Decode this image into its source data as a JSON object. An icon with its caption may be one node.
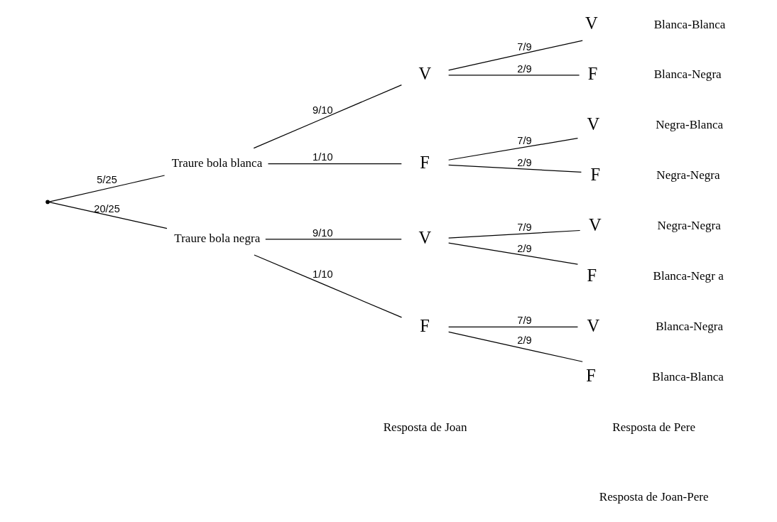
{
  "diagram": {
    "nodes": [
      {
        "text": [],
        "shape": "point"
      },
      {
        "text": [
          "Traure bola blanca"
        ]
      },
      {
        "text": [
          "Traure bola negra"
        ]
      },
      {
        "text": [
          "V"
        ]
      },
      {
        "text": [
          "F"
        ]
      },
      {
        "text": [
          "V"
        ]
      },
      {
        "text": [
          "F"
        ]
      },
      {
        "text": [
          "V"
        ],
        "beside": [
          "Blanca-Blanca"
        ]
      },
      {
        "text": [
          "F"
        ],
        "beside": [
          "Blanca-Negra"
        ]
      },
      {
        "text": [
          "V"
        ],
        "beside": [
          "Negra-Blanca"
        ]
      },
      {
        "text": [
          "F"
        ],
        "beside": [
          "Negra-Negra"
        ]
      },
      {
        "text": [
          "V"
        ],
        "beside": [
          "Negra-Negra"
        ]
      },
      {
        "text": [
          "F"
        ],
        "beside": [
          "Blanca-Negr a"
        ]
      },
      {
        "text": [
          "V"
        ],
        "beside": [
          "Blanca-Negra"
        ]
      },
      {
        "text": [
          "F"
        ],
        "beside": [
          "Blanca-Blanca"
        ]
      }
    ],
    "edges": [
      {
        "from": 0,
        "to": 1,
        "arrow": "none",
        "label": "5/25"
      },
      {
        "from": 0,
        "to": 2,
        "arrow": "none",
        "label": "20/25"
      },
      {
        "from": 1,
        "to": 3,
        "arrow": "none",
        "label": "9/10"
      },
      {
        "from": 1,
        "to": 4,
        "arrow": "none",
        "label": "1/10"
      },
      {
        "from": 2,
        "to": 5,
        "arrow": "none",
        "label": "9/10"
      },
      {
        "from": 2,
        "to": 6,
        "arrow": "none",
        "label": "1/10"
      },
      {
        "from": 3,
        "to": 7,
        "arrow": "none",
        "label": "7/9"
      },
      {
        "from": 3,
        "to": 8,
        "arrow": "none",
        "label": "2/9"
      },
      {
        "from": 4,
        "to": 9,
        "arrow": "none",
        "label": "7/9"
      },
      {
        "from": 4,
        "to": 10,
        "arrow": "none",
        "label": "2/9"
      },
      {
        "from": 5,
        "to": 11,
        "arrow": "none",
        "label": "7/9"
      },
      {
        "from": 5,
        "to": 12,
        "arrow": "none",
        "label": "2/9"
      },
      {
        "from": 6,
        "to": 13,
        "arrow": "none",
        "label": "7/9"
      },
      {
        "from": 6,
        "to": 14,
        "arrow": "none",
        "label": "2/9"
      }
    ],
    "labels": [
      "Resposta de Joan",
      "Resposta de Pere",
      "Resposta de Joan-Pere"
    ]
  }
}
